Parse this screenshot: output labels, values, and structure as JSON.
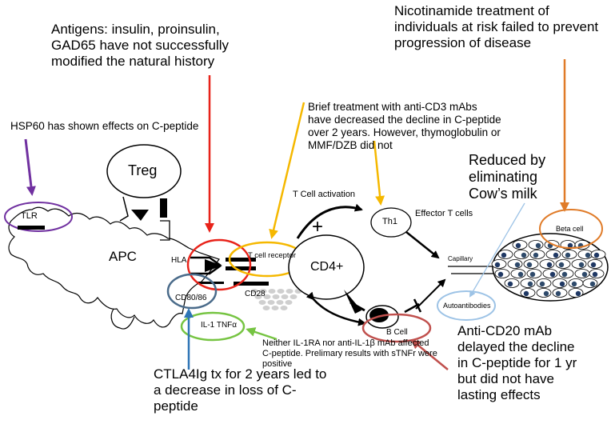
{
  "annotations": {
    "antigens": "Antigens: insulin, proinsulin, GAD65 have not successfully modified the natural history",
    "nicotinamide": "Nicotinamide treatment of individuals at risk failed to prevent progression of disease",
    "hsp60": "HSP60 has shown effects on C-peptide",
    "anti_cd3": "Brief treatment with anti-CD3 mAbs have decreased the decline in C-peptide over 2 years. However, thymoglobulin  or MMF/DZB did not",
    "cows_milk": "Reduced by eliminating Cow’s milk",
    "il1": "Neither IL-1RA nor anti-IL-1β mAb affected C-peptide. Prelimary results with sTNFr were positive",
    "ctla4": "CTLA4Ig tx for 2 years led to a decrease in loss of C-peptide",
    "anti_cd20": "Anti-CD20 mAb delayed the decline in C-peptide for 1 yr but did not have lasting effects"
  },
  "labels": {
    "treg": "Treg",
    "tlr": "TLR",
    "apc": "APC",
    "hla": "HLA",
    "t_cell_receptor": "T cell receptor",
    "cd4": "CD4+",
    "cd28": "CD28",
    "cd80_86": "CD80/86",
    "il1_tnf": "IL-1  TNFα",
    "t_cell_activation": "T Cell activation",
    "th1": "Th1",
    "effector_t_cells": "Effector T cells",
    "plus": "+",
    "capillary": "Capillary",
    "beta_cell": "Beta cell",
    "autoantibodies": "Autoantibodies",
    "b_cell": "B Cell"
  },
  "colors": {
    "red": "#e8231a",
    "orange": "#e07b28",
    "purple": "#7030a0",
    "yellow": "#f5b800",
    "blue": "#2e75b6",
    "green": "#76c442",
    "darkred": "#c0504d",
    "lightblue": "#9dc3e6",
    "navy": "#1f3864",
    "steel": "#4a6b8a"
  }
}
